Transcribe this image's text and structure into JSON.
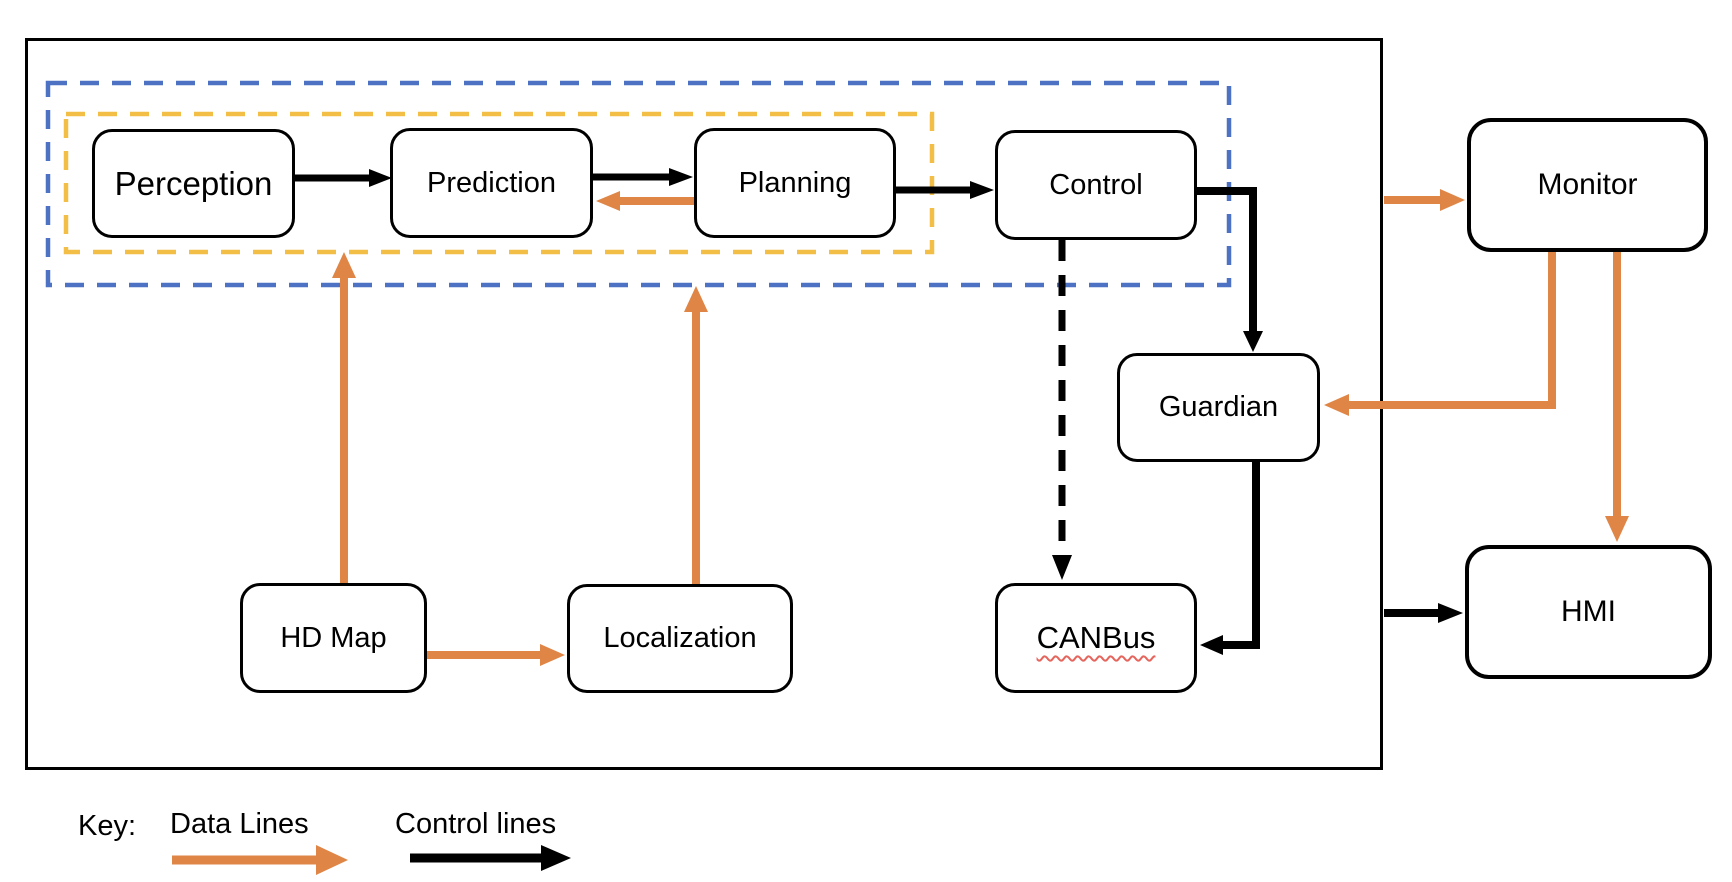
{
  "colors": {
    "data_line": "#DF8647",
    "control_line": "#000000",
    "planning_group_border": "#F2BE45",
    "autonomy_group_border": "#4D72C3",
    "node_border": "#000000",
    "spellcheck_underline": "#E5645C"
  },
  "nodes": {
    "perception": {
      "label": "Perception"
    },
    "prediction": {
      "label": "Prediction"
    },
    "planning": {
      "label": "Planning"
    },
    "control": {
      "label": "Control"
    },
    "monitor": {
      "label": "Monitor"
    },
    "guardian": {
      "label": "Guardian"
    },
    "hd_map": {
      "label": "HD Map"
    },
    "localization": {
      "label": "Localization"
    },
    "canbus": {
      "label": "CANBus"
    },
    "hmi": {
      "label": "HMI"
    }
  },
  "key": {
    "title": "Key:",
    "data_label": "Data Lines",
    "control_label": "Control lines"
  }
}
